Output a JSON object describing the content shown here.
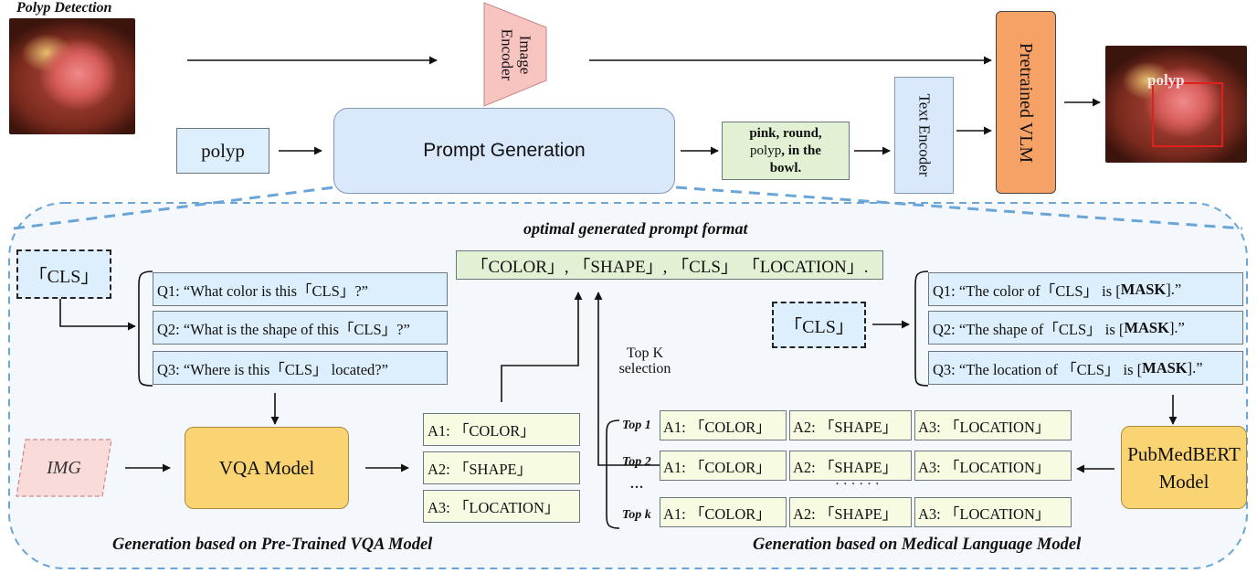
{
  "top": {
    "title": "Polyp Detection",
    "input_class": "polyp",
    "image_encoder": [
      "Image",
      "Encoder"
    ],
    "prompt_generation": "Prompt Generation",
    "generated_prompt": [
      {
        "text": "pink, round,",
        "bold": true
      },
      {
        "text": "polyp",
        "bold": false
      },
      {
        "text": ", in the",
        "bold": true
      },
      {
        "text": "bowl.",
        "bold": true
      }
    ],
    "text_encoder": "Text Encoder",
    "pretrained_vlm": "Pretrained VLM",
    "detection_label": "polyp"
  },
  "bottom": {
    "format_title": "optimal generated prompt format",
    "format": "「COLOR」, 「SHAPE」, 「CLS」 「LOCATION」.",
    "cls_left": "「CLS」",
    "cls_right": "「CLS」",
    "vqa_questions": [
      "Q1: “What color is this「CLS」?”",
      "Q2: “What is the shape of this「CLS」?”",
      "Q3: “Where is this「CLS」 located?”"
    ],
    "img_label": "IMG",
    "vqa_model": "VQA Model",
    "vqa_answers": [
      "A1: 「COLOR」",
      "A2: 「SHAPE」",
      "A3: 「LOCATION」"
    ],
    "topk_selection": [
      "Top K",
      "selection"
    ],
    "mlm_questions": [
      {
        "pre": "Q1: “The color of「CLS」 is [",
        "mask": "MASK",
        "post": "].”"
      },
      {
        "pre": "Q2: “The shape of「CLS」 is [",
        "mask": "MASK",
        "post": "].”"
      },
      {
        "pre": "Q3: “The location of 「CLS」 is [",
        "mask": "MASK",
        "post": "].”"
      }
    ],
    "pubmedbert": [
      "PubMedBERT",
      "Model"
    ],
    "top_rows": [
      {
        "label": "Top 1",
        "cells": [
          "A1: 「COLOR」",
          "A2: 「SHAPE」",
          "A3: 「LOCATION」"
        ]
      },
      {
        "label": "Top 2",
        "cells": [
          "A1: 「COLOR」",
          "A2: 「SHAPE」",
          "A3: 「LOCATION」"
        ]
      },
      {
        "label": "Top k",
        "cells": [
          "A1: 「COLOR」",
          "A2: 「SHAPE」",
          "A3: 「LOCATION」"
        ]
      }
    ],
    "dots_label": "…",
    "dots_mid": "· · · · · ·",
    "caption_left": "Generation based on Pre-Trained VQA Model",
    "caption_right": "Generation based on Medical Language Model"
  },
  "colors": {
    "light_blue": "#ddeefc",
    "light_green": "#e2f1d3",
    "pale_yellow": "#f6fbe2",
    "orange": "#f6a266",
    "gold": "#fad473",
    "pink": "#f7c4c0",
    "dashed_blue": "#6aa5d8",
    "detection_box": "#e02020"
  }
}
